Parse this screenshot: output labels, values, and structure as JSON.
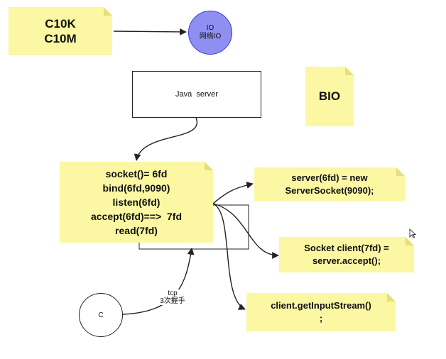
{
  "note_c10k": {
    "lines": [
      "C10K",
      "C10M"
    ]
  },
  "io_circle": {
    "lines": [
      "IO",
      "网络IO"
    ],
    "fill": "#8f8ff2",
    "stroke": "#3a3ad0"
  },
  "java_server": {
    "label": "Java  server"
  },
  "note_bio": {
    "label": "BIO"
  },
  "note_syscalls": {
    "lines": [
      "socket()= 6fd",
      "bind(6fd,9090)",
      "listen(6fd)",
      "accept(6fd)==>  7fd",
      "read(7fd)"
    ]
  },
  "note_server": {
    "lines": [
      "server(6fd) = new",
      "ServerSocket(9090);"
    ]
  },
  "note_client": {
    "lines": [
      "Socket client(7fd) =",
      "server.accept();"
    ]
  },
  "note_stream": {
    "lines": [
      "client.getInputStream()",
      ";"
    ]
  },
  "client_circle": {
    "label": "C"
  },
  "tcp_label": {
    "lines": [
      "tcp",
      "3次握手"
    ]
  },
  "colors": {
    "note": "#fbf7a3",
    "note_fold": "#e6df7a",
    "line": "#222222"
  }
}
